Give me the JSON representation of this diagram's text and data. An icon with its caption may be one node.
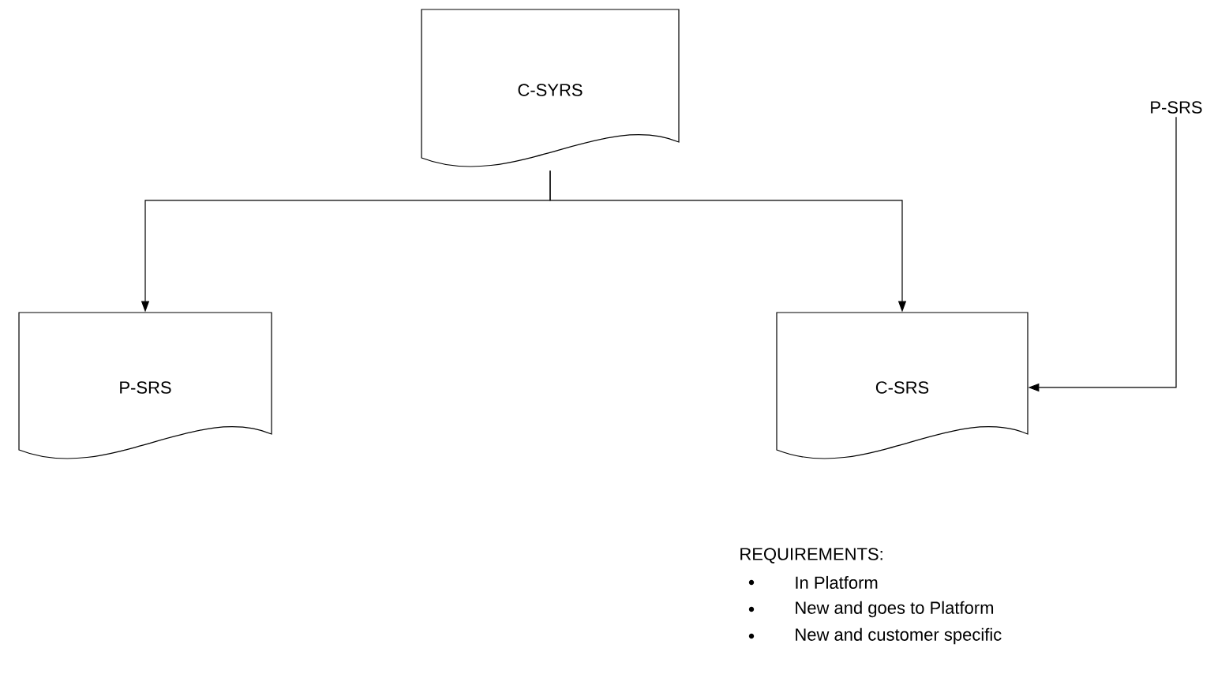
{
  "diagram": {
    "nodes": [
      {
        "text": [
          "C-SYRS"
        ]
      },
      {
        "text": [
          "P-SRS"
        ]
      },
      {
        "text": [
          "C-SRS"
        ]
      },
      {
        "text": [
          "P-SRS"
        ]
      }
    ],
    "edges": [
      {
        "from": 0,
        "to": 1,
        "arrow": "to"
      },
      {
        "from": 0,
        "to": 2,
        "arrow": "to"
      },
      {
        "from": 3,
        "to": 2,
        "arrow": "to"
      }
    ],
    "labels": [
      "REQUIREMENTS:",
      "In Platform",
      "New and goes to Platform",
      "New and customer specific"
    ]
  }
}
